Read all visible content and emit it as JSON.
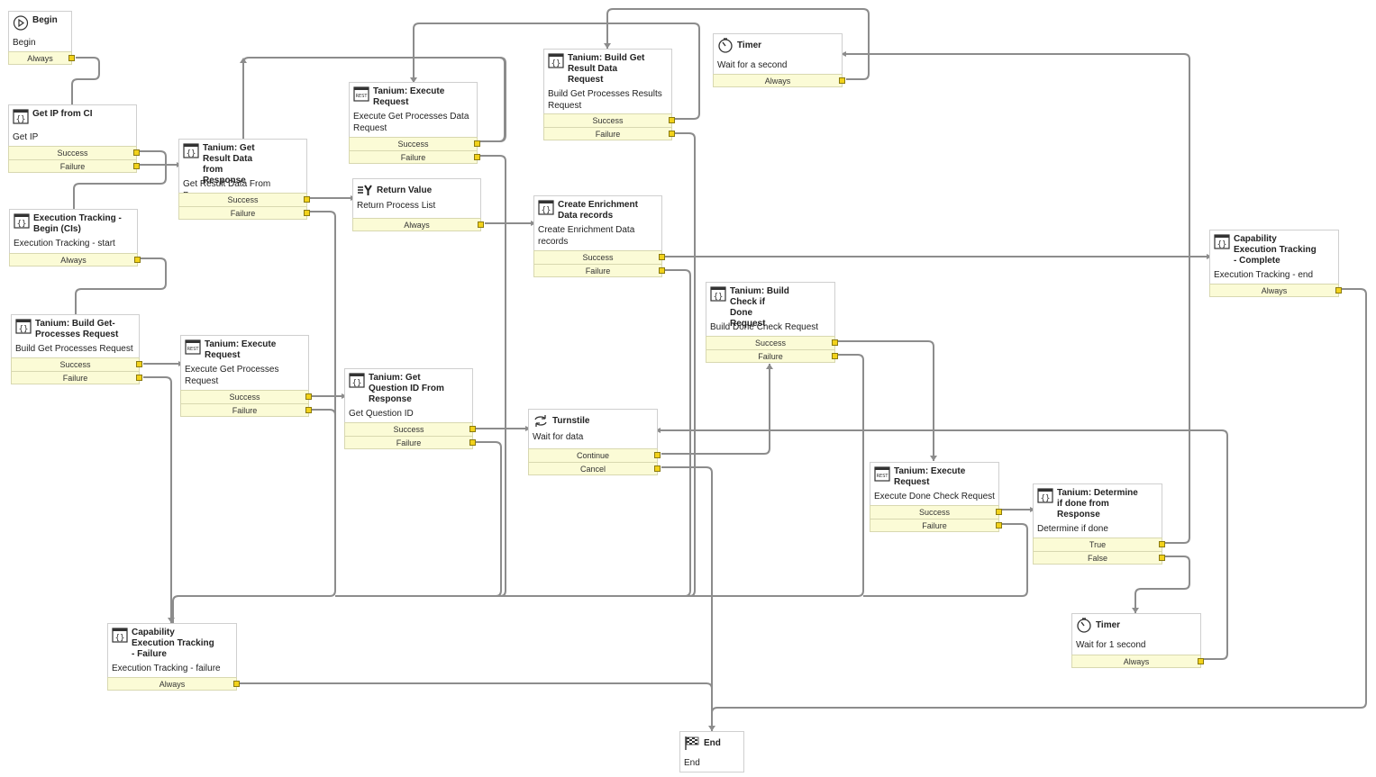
{
  "nodes": [
    {
      "id": "begin",
      "title": "Begin",
      "desc": "Begin",
      "icon": "play-icon",
      "ports": [
        "Always"
      ]
    },
    {
      "id": "getip",
      "title": "Get IP from CI",
      "desc": "Get IP",
      "icon": "script-icon",
      "ports": [
        "Success",
        "Failure"
      ]
    },
    {
      "id": "exectrack",
      "title": "Execution Tracking - Begin (CIs)",
      "desc": "Execution Tracking - start",
      "icon": "script-icon",
      "ports": [
        "Always"
      ]
    },
    {
      "id": "buildgp",
      "title": "Tanium: Build Get-Processes Request",
      "desc": "Build Get Processes Request",
      "icon": "script-icon",
      "ports": [
        "Success",
        "Failure"
      ]
    },
    {
      "id": "getresult",
      "title": "Tanium: Get Result Data from Response",
      "desc": "Get Result Data From Process",
      "icon": "script-icon",
      "ports": [
        "Success",
        "Failure"
      ]
    },
    {
      "id": "execreq1",
      "title": "Tanium: Execute Request",
      "desc": "Execute Get Processes Request",
      "icon": "rest-icon",
      "ports": [
        "Success",
        "Failure"
      ]
    },
    {
      "id": "execreq2",
      "title": "Tanium: Execute Request",
      "desc": "Execute Get Processes Data Request",
      "icon": "rest-icon",
      "ports": [
        "Success",
        "Failure"
      ]
    },
    {
      "id": "retval",
      "title": "Return Value",
      "desc": "Return Process List",
      "icon": "return-value-icon",
      "ports": [
        "Always"
      ]
    },
    {
      "id": "getqid",
      "title": "Tanium: Get Question ID From Response",
      "desc": "Get Question ID",
      "icon": "script-icon",
      "ports": [
        "Success",
        "Failure"
      ]
    },
    {
      "id": "buildgr",
      "title": "Tanium: Build Get Result Data Request",
      "desc": "Build Get Processes Results Request",
      "icon": "script-icon",
      "ports": [
        "Success",
        "Failure"
      ]
    },
    {
      "id": "createenr",
      "title": "Create Enrichment Data records",
      "desc": "Create Enrichment Data records",
      "icon": "script-icon",
      "ports": [
        "Success",
        "Failure"
      ]
    },
    {
      "id": "turnstile",
      "title": "Turnstile",
      "desc": "Wait for data",
      "icon": "turnstile-icon",
      "ports": [
        "Continue",
        "Cancel"
      ]
    },
    {
      "id": "timer1",
      "title": "Timer",
      "desc": "Wait for a second",
      "icon": "timer-icon",
      "ports": [
        "Always"
      ]
    },
    {
      "id": "buildcheck",
      "title": "Tanium: Build Check if Done Request",
      "desc": "Build Done Check Request",
      "icon": "script-icon",
      "ports": [
        "Success",
        "Failure"
      ]
    },
    {
      "id": "execreq3",
      "title": "Tanium: Execute Request",
      "desc": "Execute Done Check Request",
      "icon": "rest-icon",
      "ports": [
        "Success",
        "Failure"
      ]
    },
    {
      "id": "determine",
      "title": "Tanium: Determine if done from Response",
      "desc": "Determine if done",
      "icon": "script-icon",
      "ports": [
        "True",
        "False"
      ]
    },
    {
      "id": "capcomplete",
      "title": "Capability Execution Tracking - Complete",
      "desc": "Execution Tracking - end",
      "icon": "script-icon",
      "ports": [
        "Always"
      ]
    },
    {
      "id": "timer2",
      "title": "Timer",
      "desc": "Wait for 1 second",
      "icon": "timer-icon",
      "ports": [
        "Always"
      ]
    },
    {
      "id": "capfail",
      "title": "Capability Execution Tracking - Failure",
      "desc": "Execution Tracking - failure",
      "icon": "script-icon",
      "ports": [
        "Always"
      ]
    },
    {
      "id": "end",
      "title": "End",
      "desc": "End",
      "icon": "checkered-flag-icon",
      "ports": []
    }
  ]
}
